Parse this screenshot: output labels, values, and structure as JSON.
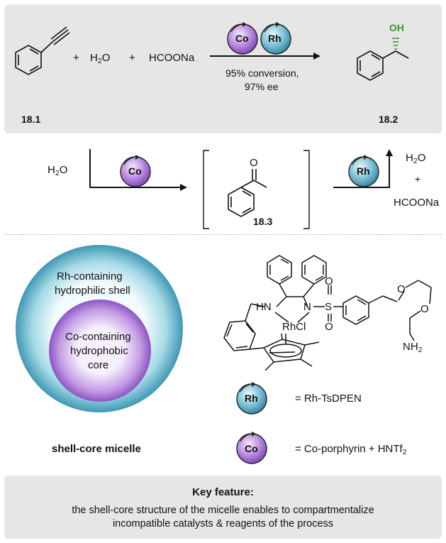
{
  "top_panel": {
    "reagent_plus_1": "+",
    "water": "H",
    "water_sub": "2",
    "water_o": "O",
    "reagent_plus_2": "+",
    "formate": "HCOONa",
    "catalyst_co": "Co",
    "catalyst_rh": "Rh",
    "conversion": "95% conversion,",
    "ee": "97% ee",
    "label_start": "18.1",
    "label_product": "18.2",
    "oh_label": "OH"
  },
  "middle": {
    "water_left": "H",
    "water_left_sub": "2",
    "water_left_o": "O",
    "catalyst_co": "Co",
    "intermediate_label": "18.3",
    "ketone_o": "O",
    "catalyst_rh": "Rh",
    "water_right": "H",
    "water_right_sub": "2",
    "water_right_o": "O",
    "plus": "+",
    "formate_right": "HCOONa"
  },
  "micelle": {
    "shell_line1": "Rh-containing",
    "shell_line2": "hydrophilic shell",
    "core_line1": "Co-containing",
    "core_line2": "hydrophobic",
    "core_line3": "core",
    "caption": "shell-core micelle"
  },
  "structure": {
    "hn": "HN",
    "n": "N",
    "s": "S",
    "o_top": "O",
    "o_bottom": "O",
    "rhcl": "RhCl",
    "o_chain1": "O",
    "o_chain2": "O",
    "nh2": "NH",
    "nh2_sub": "2"
  },
  "legend": {
    "rh_icon": "Rh",
    "rh_def": "= Rh-TsDPEN",
    "co_icon": "Co",
    "co_def_main": "= Co-porphyrin + HNTf",
    "co_def_sub": "2"
  },
  "key_feature": {
    "title": "Key feature:",
    "line1": "the shell-core structure of the micelle enables to  compartmentalize",
    "line2": "incompatible catalysts & reagents of the process"
  },
  "colors": {
    "panel_bg": "#e6e6e6",
    "co_purple": "#a874d0",
    "rh_blue": "#4aa0c0",
    "oh_green": "#3a9a2a"
  }
}
